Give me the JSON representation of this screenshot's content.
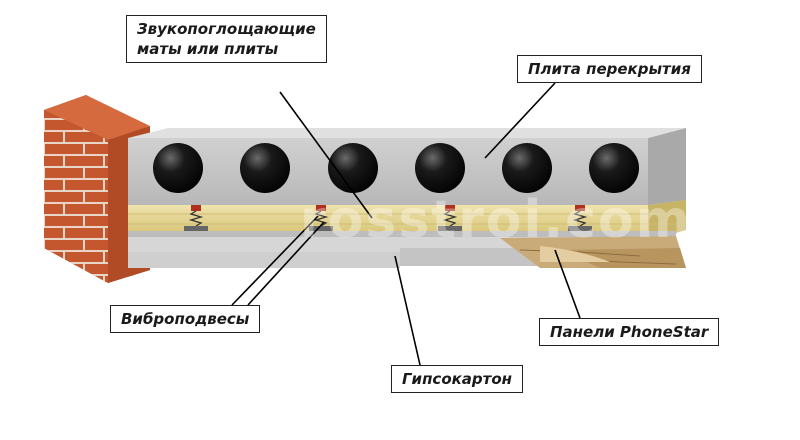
{
  "labels": {
    "sound_mats": [
      "Звукопоглощающие",
      "маты или плиты"
    ],
    "slab": "Плита перекрытия",
    "vibro": "Виброподвесы",
    "phonestar": "Панели PhoneStar",
    "drywall": "Гипсокартон"
  },
  "watermark": "rosstroi.com",
  "colors": {
    "brick": "#c4572d",
    "mortar": "#e7d5c7",
    "slab": "#c9c9c9",
    "hole": "#111111",
    "insulation": "#e6d79a",
    "drywall": "#d8d8d8",
    "phonestar": "#c9ab7a"
  }
}
